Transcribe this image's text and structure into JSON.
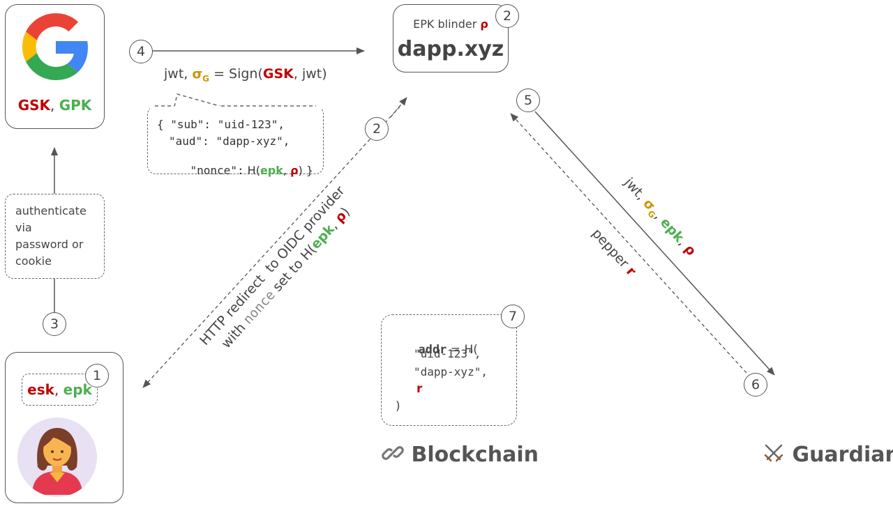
{
  "google": {
    "icon": "google-logo-icon",
    "gsk": "GSK",
    "comma": ", ",
    "gpk": "GPK"
  },
  "dapp": {
    "blinder_text": "EPK blinder ",
    "rho": "ρ",
    "name": "dapp.xyz"
  },
  "user": {
    "esk": "esk",
    "comma": ", ",
    "epk": "epk",
    "avatar": "woman-avatar-icon"
  },
  "auth_box": {
    "lines": [
      "authenticate",
      "via",
      "password or",
      "cookie"
    ]
  },
  "sign_label": {
    "prefix": "jwt, ",
    "sigma": "σ",
    "sub_g": "G",
    "eq": " = Sign(",
    "gsk": "GSK",
    "suffix": ", jwt)"
  },
  "jwt_payload": {
    "line1": "{ \"sub\": \"uid-123\",",
    "line2": "\"aud\": \"dapp-xyz\",",
    "line3_key": "\"nonce\":",
    "line3_h": " H(",
    "line3_epk": "epk",
    "line3_comma": ", ",
    "line3_rho": "ρ",
    "line3_end": ") }"
  },
  "redirect": {
    "line1": "HTTP redirect  to OIDC provider",
    "line2_with": "with ",
    "line2_nonce": "nonce",
    "line2_set": " set to H(",
    "line2_epk": "epk",
    "line2_comma": ", ",
    "line2_rho": "ρ",
    "line2_end": ")"
  },
  "guardian_req": {
    "prefix": "jwt, ",
    "sigma": "σ",
    "sub_g": "G",
    "sep1": ", ",
    "epk": "epk",
    "sep2": ", ",
    "rho": "ρ"
  },
  "pepper": {
    "text": "pepper ",
    "r": "r"
  },
  "addr_box": {
    "addr": "addr",
    "eq": " = H(",
    "l2": "\"uid-123\",",
    "l3": "\"dapp-xyz\",",
    "l4": "r",
    "l5": ")"
  },
  "blockchain": {
    "icon": "link-icon",
    "label": "Blockchain"
  },
  "guardian": {
    "icon": "crossed-swords-icon",
    "label": "Guardian"
  },
  "steps": {
    "s1": "1",
    "s2a": "2",
    "s2b": "2",
    "s3": "3",
    "s4": "4",
    "s5": "5",
    "s6": "6",
    "s7": "7"
  },
  "colors": {
    "red": "#c00000",
    "green": "#4caf50",
    "gold": "#c99a06",
    "line": "#555555"
  }
}
